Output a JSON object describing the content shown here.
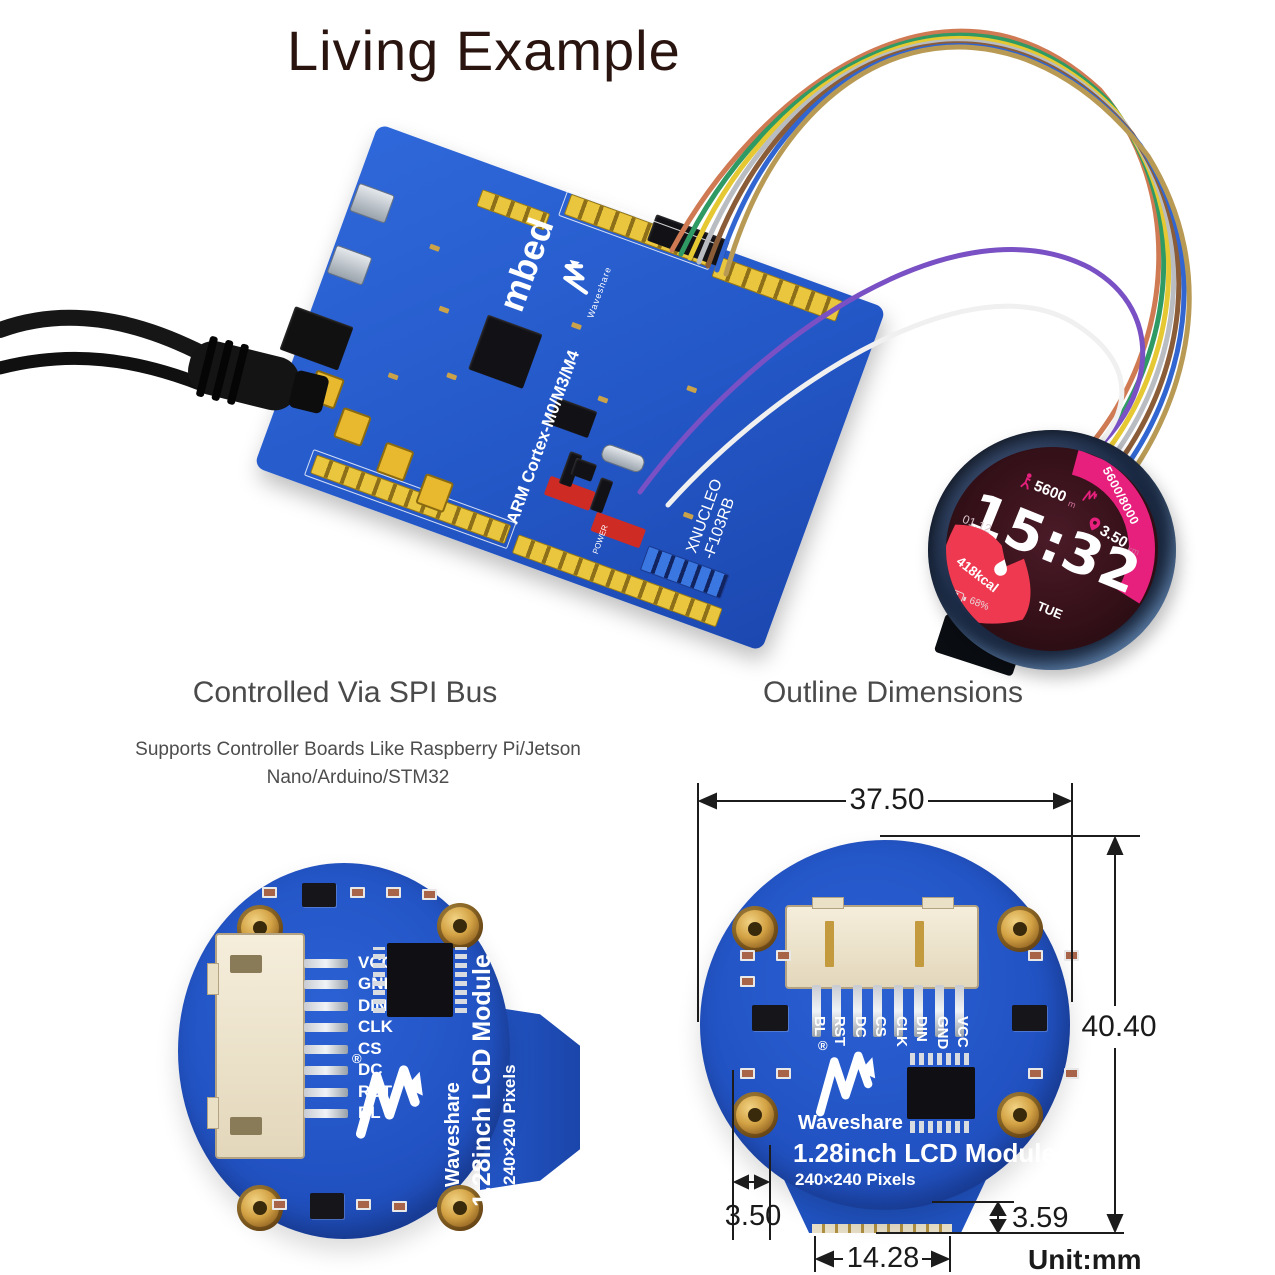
{
  "title": "Living Example",
  "photo": {
    "board": {
      "logo": "mbed",
      "brand": "Waveshare",
      "cpu": "ARM Cortex-M0/M3/M4",
      "model1": "XNUCLEO",
      "model2": "-F103RB",
      "power_label": "POWER"
    },
    "watch": {
      "goal": "5600/8000",
      "steps": "5600",
      "steps_unit": "m",
      "distance": "3.50",
      "distance_unit": "km",
      "time": "15:32",
      "date": "01.12",
      "day": "TUE",
      "calories": "418kcal",
      "battery": "68%"
    }
  },
  "sections": {
    "spi": {
      "heading": "Controlled Via SPI Bus",
      "sub1": "Supports Controller Boards Like Raspberry Pi/Jetson",
      "sub2": "Nano/Arduino/STM32"
    },
    "outline": {
      "heading": "Outline Dimensions"
    }
  },
  "module": {
    "pins": [
      "VCC",
      "GND",
      "DIN",
      "CLK",
      "CS",
      "DC",
      "RST",
      "BL"
    ],
    "brand": "Waveshare",
    "name": "1.28inch LCD Module",
    "resolution": "240×240 Pixels",
    "registered": "®"
  },
  "dims": {
    "width": "37.50",
    "height": "40.40",
    "hole_offset": "3.50",
    "tab_height": "3.59",
    "tab_width": "14.28",
    "unit": "Unit:mm"
  },
  "colors": {
    "pcb_blue": "#2253c4",
    "board_blue": "#2f68da",
    "accent_pink": "#e7207d",
    "wedge_red": "#ee3950",
    "header_yellow": "#e9c63e",
    "screw_gold": "#d3a244"
  }
}
